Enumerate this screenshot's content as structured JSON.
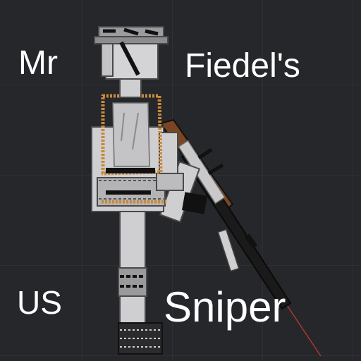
{
  "caption": {
    "line1_left": "Mr",
    "line1_right": "Fiedel's",
    "line2_left": "US",
    "line2_right": "Sniper"
  },
  "icons": {
    "figure": "ragdoll-sniper-figure",
    "weapon": "sniper-rifle-icon"
  },
  "colors": {
    "background": "#26272b",
    "caption_text": "#ffffff",
    "vest_outline": "#c8893a",
    "body_fill": "#cfcfd1",
    "rifle_stock": "#7a4522",
    "laser": "#d23a2a"
  }
}
